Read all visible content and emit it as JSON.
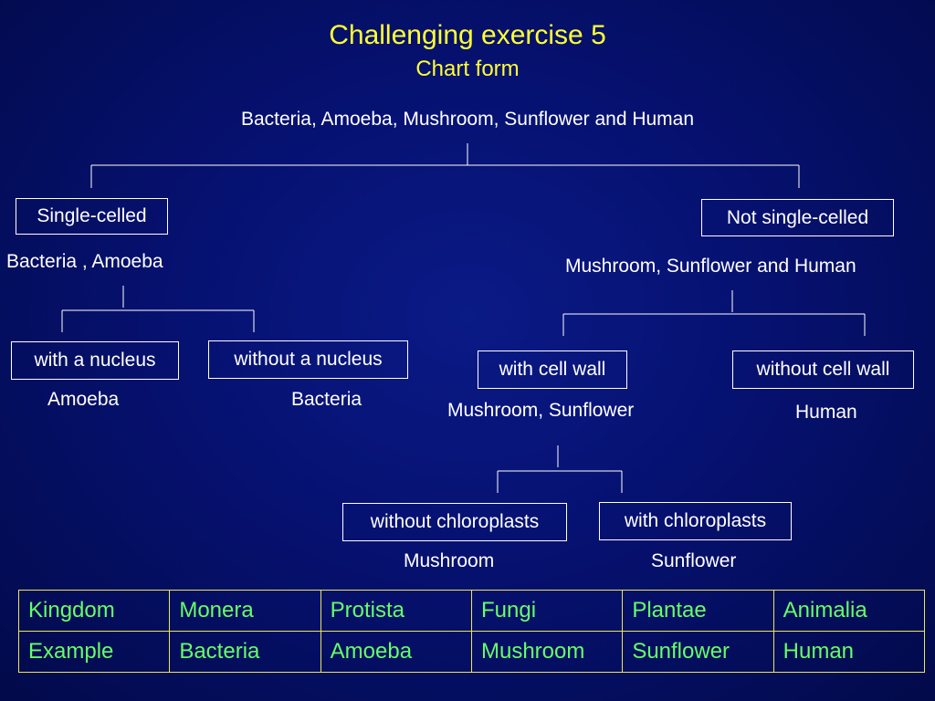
{
  "header": {
    "title": "Challenging exercise 5",
    "subtitle": "Chart form"
  },
  "tree": {
    "root": "Bacteria, Amoeba, Mushroom, Sunflower and Human",
    "single": {
      "box": "Single-celled",
      "members": "Bacteria , Amoeba",
      "with_nucleus": {
        "box": "with a nucleus",
        "members": "Amoeba"
      },
      "without_nucleus": {
        "box": "without a nucleus",
        "members": "Bacteria"
      }
    },
    "multi": {
      "box": "Not single-celled",
      "members": "Mushroom, Sunflower and Human",
      "with_wall": {
        "box": "with cell wall",
        "members": "Mushroom, Sunflower",
        "without_chloro": {
          "box": "without chloroplasts",
          "members": "Mushroom"
        },
        "with_chloro": {
          "box": "with chloroplasts",
          "members": "Sunflower"
        }
      },
      "without_wall": {
        "box": "without cell wall",
        "members": "Human"
      }
    }
  },
  "table": {
    "rows": [
      [
        "Kingdom",
        "Monera",
        "Protista",
        "Fungi",
        "Plantae",
        "Animalia"
      ],
      [
        "Example",
        "Bacteria",
        "Amoeba",
        "Mushroom",
        "Sunflower",
        "Human"
      ]
    ]
  },
  "colors": {
    "title": "#ffff33",
    "table_text": "#66ff66",
    "table_border": "#e8e85a",
    "background": "#061170"
  }
}
